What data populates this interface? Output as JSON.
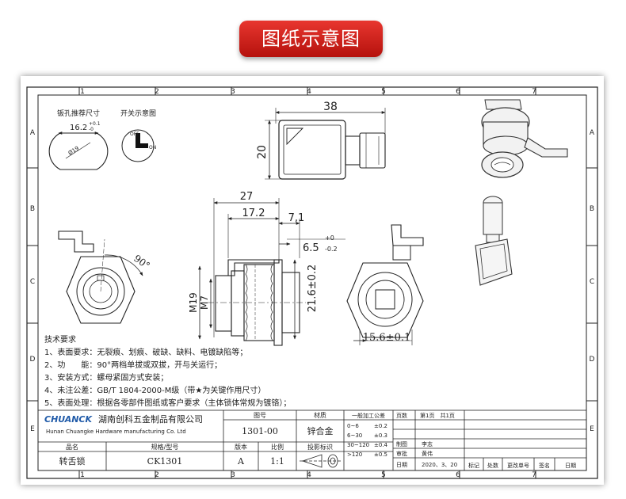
{
  "banner": {
    "title": "图纸示意图"
  },
  "grid": {
    "columns": [
      "1",
      "2",
      "3",
      "4",
      "5",
      "6",
      "7"
    ],
    "rows": [
      "A",
      "B",
      "C",
      "D",
      "E"
    ]
  },
  "callouts": {
    "sheet_hole_title": "钣孔推荐尺寸",
    "sheet_hole_width": "16.2",
    "sheet_hole_tol_upper": "+0.1",
    "sheet_hole_tol_lower": "-0",
    "sheet_hole_diameter": "Ø19",
    "switch_title": "开关示意图",
    "switch_off": "OFF",
    "switch_on": "ON"
  },
  "dimensions": {
    "key_width": "38",
    "key_height": "20",
    "overall_length": "27",
    "body_length": "17.2",
    "cam_offset": "7,1",
    "cam_thickness": "6.5",
    "cam_tol_upper": "+0",
    "cam_tol_lower": "-0.2",
    "thread": "M19",
    "nut_thread": "M7",
    "cam_height": "21.6±0.2",
    "cam_width": "15.6±0.1",
    "rotation": "90°"
  },
  "tech_requirements": {
    "heading": "技术要求",
    "items": [
      "1、表面要求：无裂痕、划痕、破缺、缺料、电镀缺陷等；",
      "2、功　　能：90°两档单拔或双拔，开与关运行；",
      "3、安装方式：螺母紧固方式安装；",
      "4、未注公差：GB/T 1804-2000-M级（带★为关键作用尺寸）",
      "5、表面处理：根据各零部件图纸或客户要求（主体锁体常规为镀铬）；"
    ]
  },
  "title_block": {
    "brand": "CHUANCK",
    "company_cn": "湖南创科五金制品有限公司",
    "company_en": "Hunan Chuangke Hardware manufacturing Co. Ltd",
    "label_drawing_no": "图号",
    "drawing_no": "1301-00",
    "label_material": "材质",
    "material": "锌合金",
    "label_general_tol": "一般加工公差",
    "tolerances": [
      {
        "range": "0~6",
        "tol": "±0.2"
      },
      {
        "range": "6~30",
        "tol": "±0.3"
      },
      {
        "range": "30~120",
        "tol": "±0.4"
      },
      {
        "range": ">120",
        "tol": "±0.5"
      }
    ],
    "label_pages": "页数",
    "pages": "第1页　共1页",
    "label_drawn": "制图",
    "drawn_by": "李志",
    "label_checked": "审批",
    "checked_by": "黄伟",
    "label_date": "日期",
    "date": "2020、3、20",
    "label_product": "品名",
    "product": "转舌锁",
    "label_spec": "规格/型号",
    "spec": "CK1301",
    "label_version": "版本",
    "version": "A",
    "label_scale": "比例",
    "scale": "1:1",
    "label_projection": "投影标识",
    "revision_headers": [
      "标记",
      "处数",
      "更改单号",
      "签名",
      "日期"
    ]
  }
}
